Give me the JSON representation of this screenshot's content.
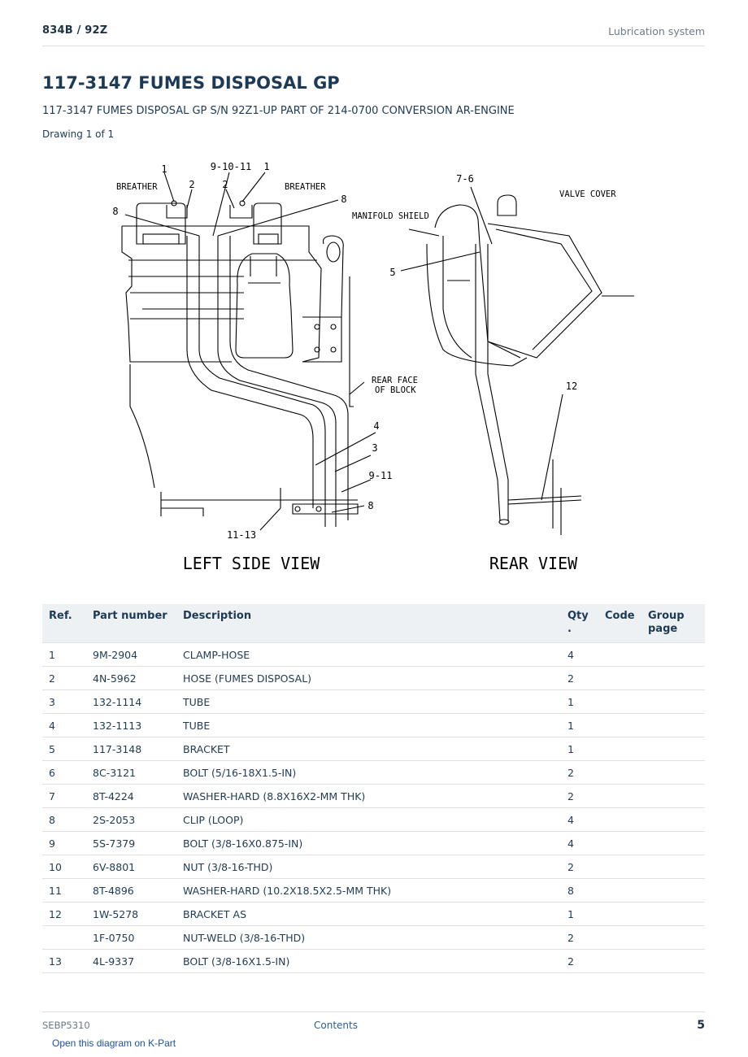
{
  "header": {
    "model": "834B  /  92Z",
    "section": "Lubrication system"
  },
  "page_title": "117-3147 FUMES DISPOSAL GP",
  "subtitle": "117-3147 FUMES DISPOSAL GP S/N 92Z1-UP PART OF 214-0700 CONVERSION AR-ENGINE",
  "drawing_label": "Drawing 1 of 1",
  "diagram": {
    "left_view_title": "LEFT SIDE VIEW",
    "rear_view_title": "REAR VIEW",
    "labels": {
      "breather_left": "BREATHER",
      "breather_right": "BREATHER",
      "manifold_shield": "MANIFOLD SHIELD",
      "valve_cover": "VALVE COVER",
      "rear_face_1": "REAR FACE",
      "rear_face_2": "OF BLOCK"
    },
    "callouts": {
      "c1a": "1",
      "c91011": "9-10-11",
      "c1b": "1",
      "c2a": "2",
      "c2b": "2",
      "c8a": "8",
      "c8b": "8",
      "c4": "4",
      "c3": "3",
      "c911": "9-11",
      "c8c": "8",
      "c1113": "11-13",
      "c76": "7-6",
      "c5": "5",
      "c12": "12"
    }
  },
  "table": {
    "headers": {
      "ref": "Ref.",
      "part_number": "Part number",
      "description": "Description",
      "qty": "Qty .",
      "code": "Code",
      "group_page": "Group page"
    },
    "rows": [
      {
        "ref": "1",
        "part": "9M-2904",
        "desc": "CLAMP-HOSE",
        "qty": "4"
      },
      {
        "ref": "2",
        "part": "4N-5962",
        "desc": "HOSE (FUMES DISPOSAL)",
        "qty": "2"
      },
      {
        "ref": "3",
        "part": "132-1114",
        "desc": "TUBE",
        "qty": "1"
      },
      {
        "ref": "4",
        "part": "132-1113",
        "desc": "TUBE",
        "qty": "1"
      },
      {
        "ref": "5",
        "part": "117-3148",
        "desc": "BRACKET",
        "qty": "1"
      },
      {
        "ref": "6",
        "part": "8C-3121",
        "desc": "BOLT (5/16-18X1.5-IN)",
        "qty": "2"
      },
      {
        "ref": "7",
        "part": "8T-4224",
        "desc": "WASHER-HARD (8.8X16X2-MM THK)",
        "qty": "2"
      },
      {
        "ref": "8",
        "part": "2S-2053",
        "desc": "CLIP (LOOP)",
        "qty": "4"
      },
      {
        "ref": "9",
        "part": "5S-7379",
        "desc": "BOLT (3/8-16X0.875-IN)",
        "qty": "4"
      },
      {
        "ref": "10",
        "part": "6V-8801",
        "desc": "NUT (3/8-16-THD)",
        "qty": "2"
      },
      {
        "ref": "11",
        "part": "8T-4896",
        "desc": "WASHER-HARD (10.2X18.5X2.5-MM THK)",
        "qty": "8"
      },
      {
        "ref": "12",
        "part": "1W-5278",
        "desc": "BRACKET AS",
        "qty": "1"
      },
      {
        "ref": "",
        "part": "1F-0750",
        "desc": "NUT-WELD (3/8-16-THD)",
        "qty": "2"
      },
      {
        "ref": "13",
        "part": "4L-9337",
        "desc": "BOLT (3/8-16X1.5-IN)",
        "qty": "2"
      }
    ]
  },
  "footer": {
    "doc_id": "SEBP5310",
    "contents_link": "Contents",
    "page_number": "5"
  },
  "kpart_link": "Open this diagram on K-Part"
}
